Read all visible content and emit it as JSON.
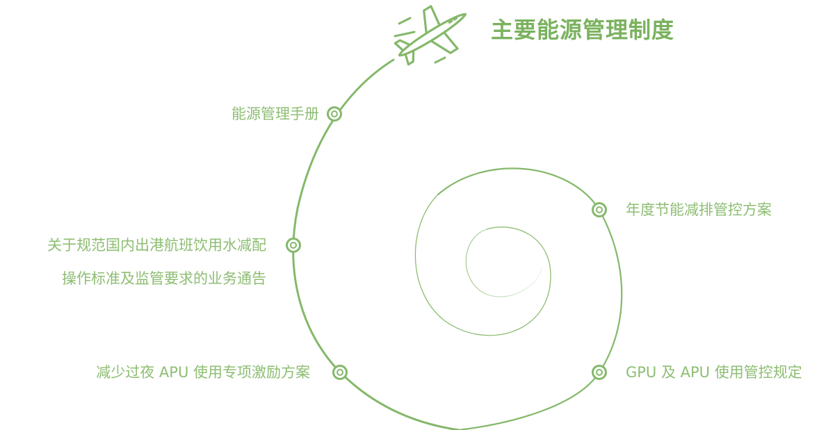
{
  "title": "主要能源管理制度",
  "colors": {
    "primary": "#84b86a",
    "text": "#8dbd72",
    "title": "#7ab25e",
    "light_spiral": "#a8cf95"
  },
  "icons": {
    "header": "airplane-icon",
    "marker": "ring-marker-icon"
  },
  "items": [
    {
      "label": "能源管理手册"
    },
    {
      "label_line1": "关于规范国内出港航班饮用水减配",
      "label_line2": "操作标准及监管要求的业务通告"
    },
    {
      "label": "减少过夜 APU 使用专项激励方案"
    },
    {
      "label": "年度节能减排管控方案"
    },
    {
      "label": "GPU 及 APU 使用管控规定"
    }
  ]
}
